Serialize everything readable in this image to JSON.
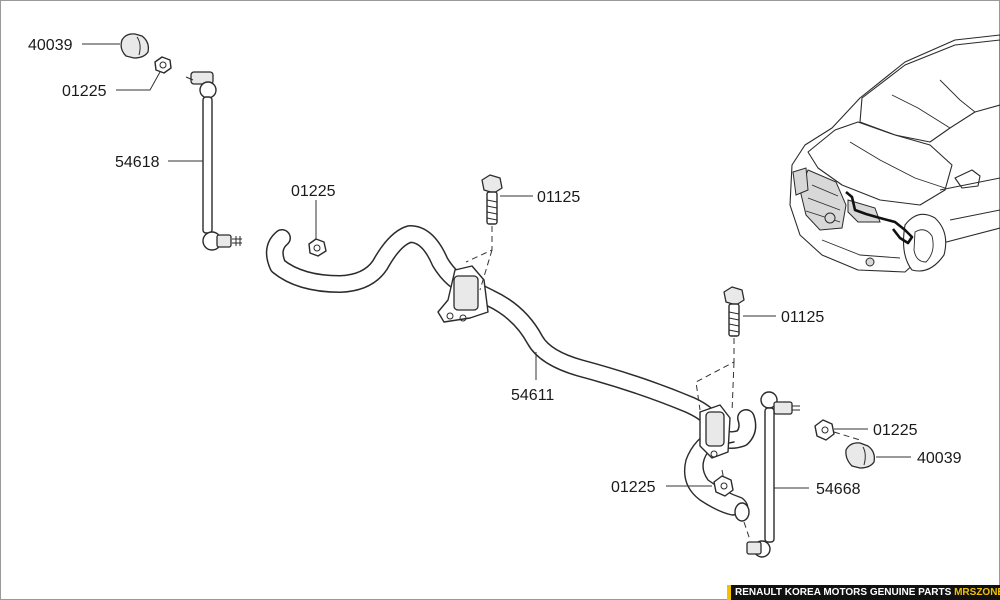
{
  "callouts": {
    "c40039_top": "40039",
    "c01225_top": "01225",
    "c54618": "54618",
    "c01225_mid": "01225",
    "c01125_top": "01125",
    "c01125_right": "01125",
    "c54611": "54611",
    "c01225_right": "01225",
    "c40039_right": "40039",
    "c01225_bottom": "01225",
    "c54668": "54668"
  },
  "footer": {
    "text": "RENAULT KOREA MOTORS GENUINE PARTS",
    "accent": "MRSZONE"
  },
  "colors": {
    "accent": "#f2c200",
    "footer_bg": "#111111"
  }
}
